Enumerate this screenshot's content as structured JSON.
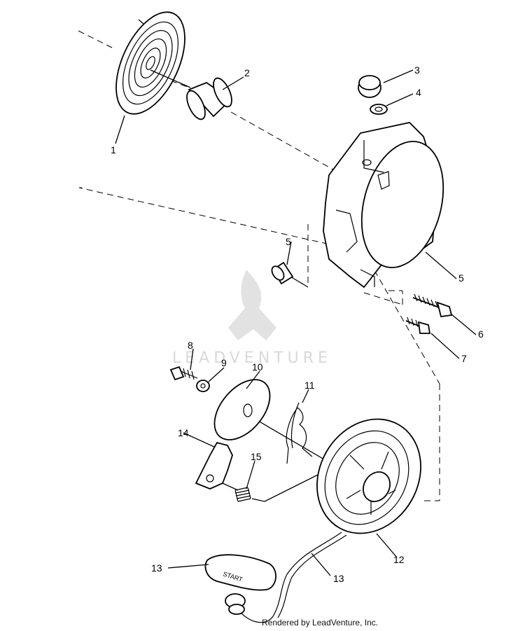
{
  "diagram": {
    "callouts": {
      "c1": "1",
      "c2": "2",
      "c3": "3",
      "c4": "4",
      "c5a": "5",
      "c5b": "5",
      "c6": "6",
      "c7": "7",
      "c8": "8",
      "c9": "9",
      "c10": "10",
      "c11": "11",
      "c12": "12",
      "c13a": "13",
      "c13b": "13",
      "c14": "14",
      "c15": "15"
    },
    "handle_text": "START"
  },
  "watermark": {
    "text": "LEADVENTURE"
  },
  "footer": {
    "credit": "Rendered by LeadVenture, Inc."
  }
}
